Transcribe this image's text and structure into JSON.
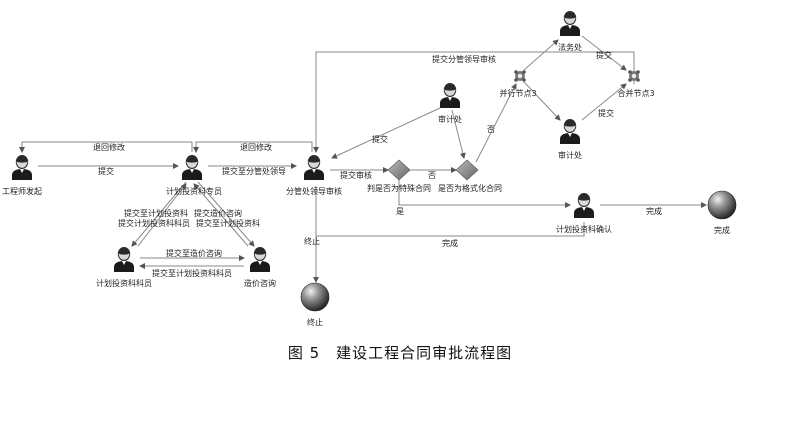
{
  "nodes": {
    "engineer_start": "工程师发起",
    "plan_invest_staff": "计划投资科专员",
    "branch_leader_review": "分管处领导审核",
    "audit_office_top": "审计处",
    "legal_office": "法务处",
    "audit_office_bottom": "审计处",
    "plan_invest_clerk": "计划投资科科员",
    "cost_consult": "造价咨询",
    "plan_invest_confirm": "计划投资科确认",
    "gateway_special": "判是否为特殊合同",
    "gateway_format": "是否为格式化合同",
    "parallel_node": "并行节点3",
    "merge_node": "合并节点3",
    "end_stop": "终止",
    "end_done": "完成"
  },
  "edges": {
    "return_modify_1": "退回修改",
    "submit_1": "提交",
    "return_modify_2": "退回修改",
    "submit_to_branch": "提交至分管处领导",
    "submit_review": "提交审核",
    "submit_branch_leader_review": "提交分管领导审核",
    "submit_audit": "提交",
    "no_1": "否",
    "no_2": "否",
    "legal_submit": "提交",
    "audit_submit": "提交",
    "yes_1": "是",
    "done_1": "完成",
    "done_2": "完成",
    "stop": "终止",
    "to_clerk": "提交至计划投资科",
    "cost_to_consult": "提交造价咨询",
    "clerk_to_staff": "提交计划投资科科员",
    "consult_to_staff": "提交至计划投资科",
    "clerk_to_cost": "提交至造价咨询",
    "cost_to_clerk": "提交至计划投资科科员"
  },
  "caption": "图 5　建设工程合同审批流程图"
}
